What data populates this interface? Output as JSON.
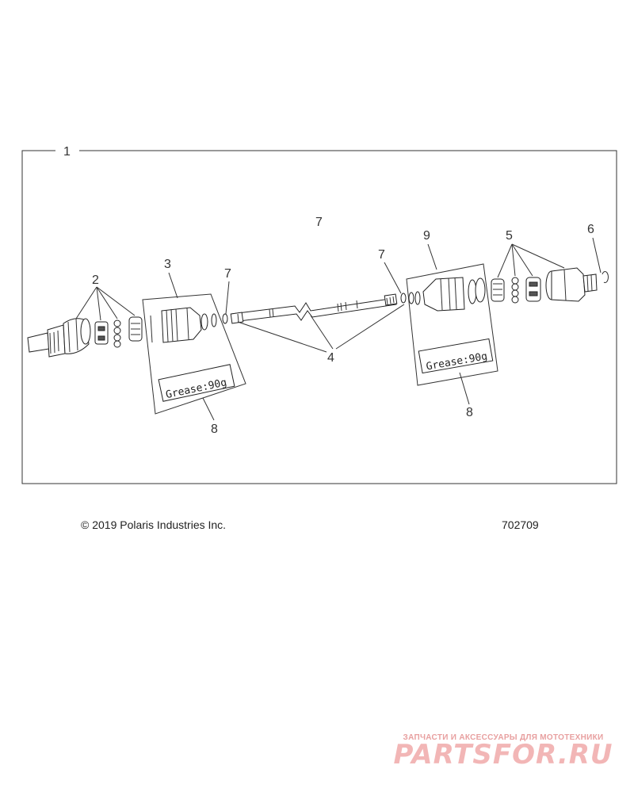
{
  "callouts": {
    "assembly": "1",
    "outer_joint_kit": "2",
    "boot_kit_outer": "3",
    "axle_shaft": "4",
    "inner_joint_kit": "5",
    "circlip": "6",
    "ring_top": "7",
    "ring_left": "7",
    "ring_right": "7",
    "grease_left": "8",
    "grease_right": "8",
    "boot_kit_inner": "9"
  },
  "grease_labels": {
    "left": "Grease:90g",
    "right": "Grease:90g"
  },
  "footer": {
    "copyright": "© 2019  Polaris Industries Inc.",
    "drawing_number": "702709"
  },
  "watermark": {
    "tagline": "ЗАПЧАСТИ И АКСЕССУАРЫ ДЛЯ МОТОТЕХНИКИ",
    "logo": "PARTSFOR.RU"
  }
}
